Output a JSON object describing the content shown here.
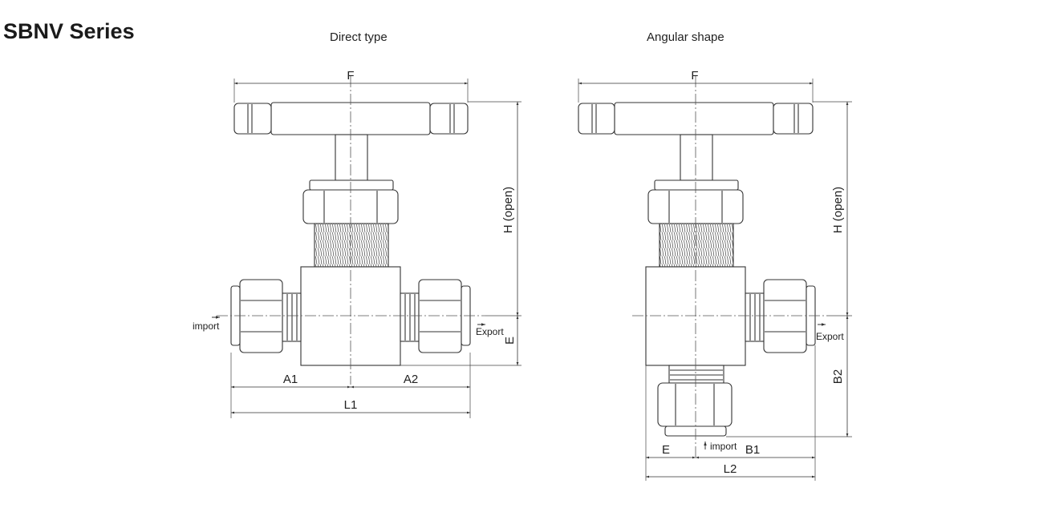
{
  "header": {
    "series_title": "SBNV Series"
  },
  "views": {
    "direct": {
      "title": "Direct type",
      "dims": {
        "F": "F",
        "H": "H (open)",
        "E": "E",
        "A1": "A1",
        "A2": "A2",
        "L1": "L1"
      },
      "ports": {
        "import": "import",
        "export": "Export"
      }
    },
    "angular": {
      "title": "Angular shape",
      "dims": {
        "F": "F",
        "H": "H (open)",
        "B2": "B2",
        "E": "E",
        "B1": "B1",
        "L2": "L2"
      },
      "ports": {
        "import": "import",
        "export": "Export"
      }
    }
  },
  "colors": {
    "line": "#333333",
    "body_fill": "#ffffff"
  }
}
